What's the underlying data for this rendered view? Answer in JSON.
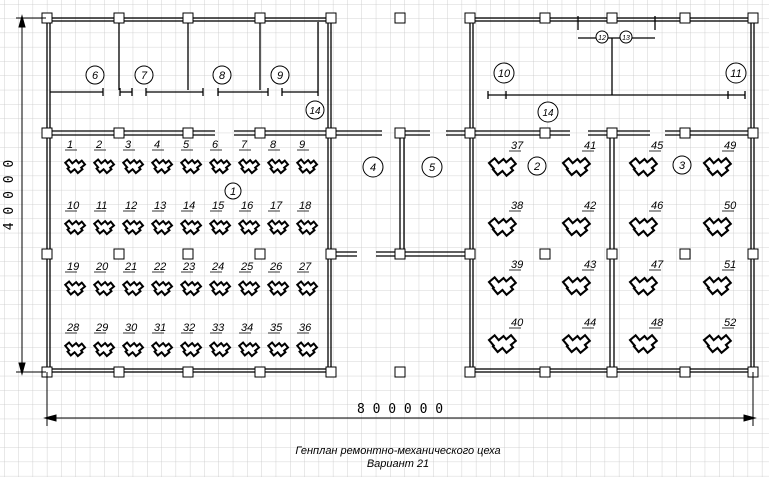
{
  "caption": {
    "line1": "Генплан ремонтно-механического цеха",
    "line2": "Вариант 21"
  },
  "dimensions": {
    "horizontal": "8 0 0 0 0 0",
    "vertical": "4 0 0 0 0"
  },
  "rooms": {
    "r1": "1",
    "r2": "2",
    "r3": "3",
    "r4": "4",
    "r5": "5",
    "r6": "6",
    "r7": "7",
    "r8": "8",
    "r9": "9",
    "r10": "10",
    "r11": "11",
    "r12": "12",
    "r13": "13",
    "r14a": "14",
    "r14b": "14"
  },
  "machines_left": [
    [
      "1",
      "2",
      "3",
      "4",
      "5",
      "6",
      "7",
      "8",
      "9"
    ],
    [
      "10",
      "11",
      "12",
      "13",
      "14",
      "15",
      "16",
      "17",
      "18"
    ],
    [
      "19",
      "20",
      "21",
      "22",
      "23",
      "24",
      "25",
      "26",
      "27"
    ],
    [
      "28",
      "29",
      "30",
      "31",
      "32",
      "33",
      "34",
      "35",
      "36"
    ]
  ],
  "machines_bay2": [
    [
      "37",
      "41"
    ],
    [
      "38",
      "42"
    ],
    [
      "39",
      "43"
    ],
    [
      "40",
      "44"
    ]
  ],
  "machines_bay3": [
    [
      "45",
      "49"
    ],
    [
      "46",
      "50"
    ],
    [
      "47",
      "51"
    ],
    [
      "48",
      "52"
    ]
  ],
  "colors": {
    "grid": "#c8c8c8",
    "line": "#000000",
    "fill": "#ffffff"
  }
}
